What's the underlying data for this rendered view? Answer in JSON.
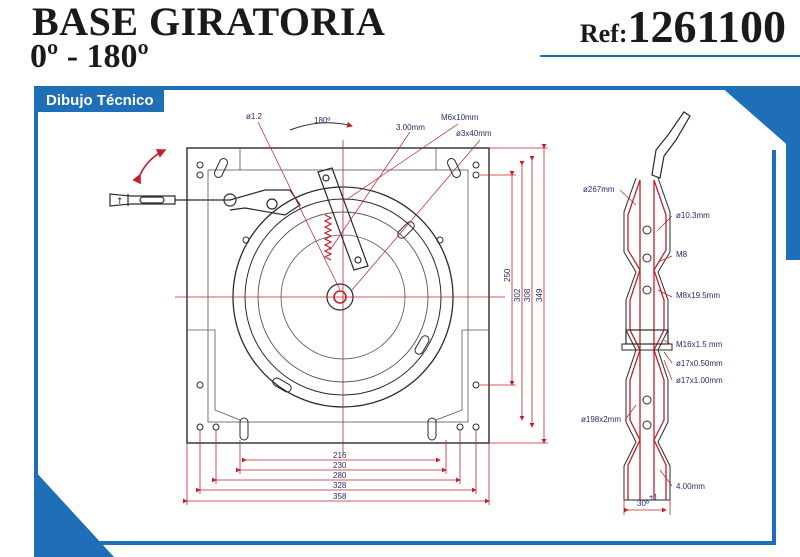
{
  "header": {
    "title": "BASE GIRATORIA",
    "subtitle": "0º - 180º",
    "ref_label": "Ref:",
    "ref_number": "1261100"
  },
  "section_label": "Dibujo Técnico",
  "top_view": {
    "labels": {
      "angle": "180º",
      "hole_dia": "ø1.2",
      "spring": "3.00mm",
      "bolt": "M6x10mm",
      "pin": "ø3x40mm"
    },
    "horizontal_dims": [
      "216",
      "230",
      "280",
      "328",
      "358"
    ],
    "vertical_dims": [
      "250",
      "302",
      "308",
      "349"
    ]
  },
  "side_view": {
    "labels": {
      "outer_dia": "ø267mm",
      "inner_dia": "ø10.3mm",
      "m8": "M8",
      "m8x": "M8x19.5mm",
      "m16": "M16x1.5 mm",
      "d17a": "ø17x0.50mm",
      "d17b": "ø17x1.00mm",
      "d198": "ø198x2mm",
      "thickness": "4.00mm",
      "angle_base": "30º",
      "angle_sup": "±1"
    }
  },
  "colors": {
    "accent": "#1f6fb8",
    "dimension_red": "#c0202a",
    "outline": "#2a2a2a"
  }
}
